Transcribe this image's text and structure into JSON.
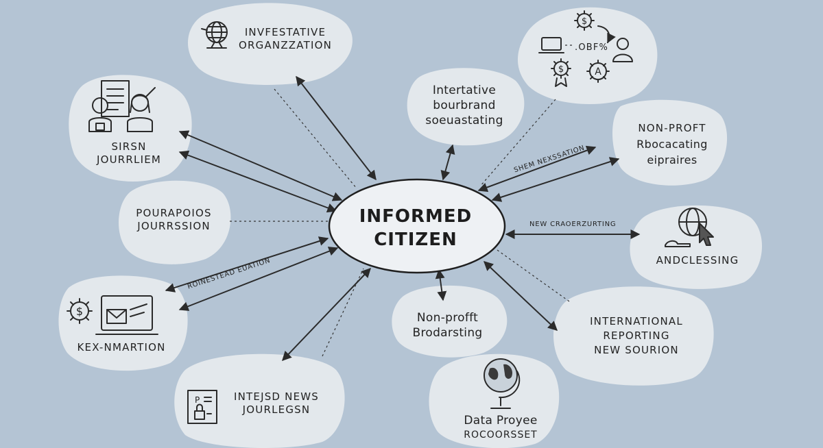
{
  "center": {
    "line1": "INFORMED",
    "line2": "CITIZEN"
  },
  "nodes": {
    "investigative_org": {
      "lines": [
        "INVFESTATIVE",
        "ORGANZZATION"
      ]
    },
    "interactive_broadcasting": {
      "lines": [
        "Intertative",
        "bourbrand",
        "soeuastating"
      ]
    },
    "finance_cluster": {
      "text": ".OBF%"
    },
    "sirsn_journalism": {
      "lines": [
        "SIRSN",
        "JOURRLIEM"
      ]
    },
    "nonprofit_broadcasting_right": {
      "lines": [
        "NON-PROFT",
        "Rbocacating",
        "eipraires"
      ]
    },
    "popular_journalism": {
      "lines": [
        "POURAPOIOS",
        "JOURRSSION"
      ]
    },
    "andclessing": {
      "lines": [
        "ANDCLESSING"
      ]
    },
    "key_information": {
      "lines": [
        "KEX-NMARTION"
      ]
    },
    "nonprofit_broadcasting_bottom": {
      "lines": [
        "Non-profft",
        "Brodarsting"
      ]
    },
    "international_reporting": {
      "lines": [
        "INTERNATIONAL",
        "REPORTING",
        "NEW SOURION"
      ]
    },
    "integrated_news": {
      "lines": [
        "INTEJSD NEWS",
        "JOURLEGSN"
      ]
    },
    "data_provider": {
      "lines": [
        "Data Proyee",
        "ROCOORSSET"
      ]
    }
  },
  "edge_labels": {
    "shem_nexsation": "SHEM NEXSSATION",
    "new_craoerzurting": "NEW CRAOERZURTING",
    "roinestead_euation": "ROINESTEAD EUATION"
  },
  "icons": {
    "investigative_org": "globe-icon",
    "finance_cluster": [
      "gear-dollar-icon",
      "laptop-icon",
      "person-icon",
      "gear-dollar-icon",
      "gear-letter-icon"
    ],
    "sirsn_journalism": [
      "document-icon",
      "journalist-man-icon",
      "journalist-woman-icon"
    ],
    "andclessing": "globe-cursor-icon",
    "key_information": [
      "gear-dollar-icon",
      "laptop-mail-icon"
    ],
    "integrated_news": "document-lock-icon",
    "data_provider": "globe-stand-icon"
  },
  "colors": {
    "background": "#b4c4d4",
    "bubble": "#e3e8ec",
    "ink": "#2b2b2b"
  }
}
